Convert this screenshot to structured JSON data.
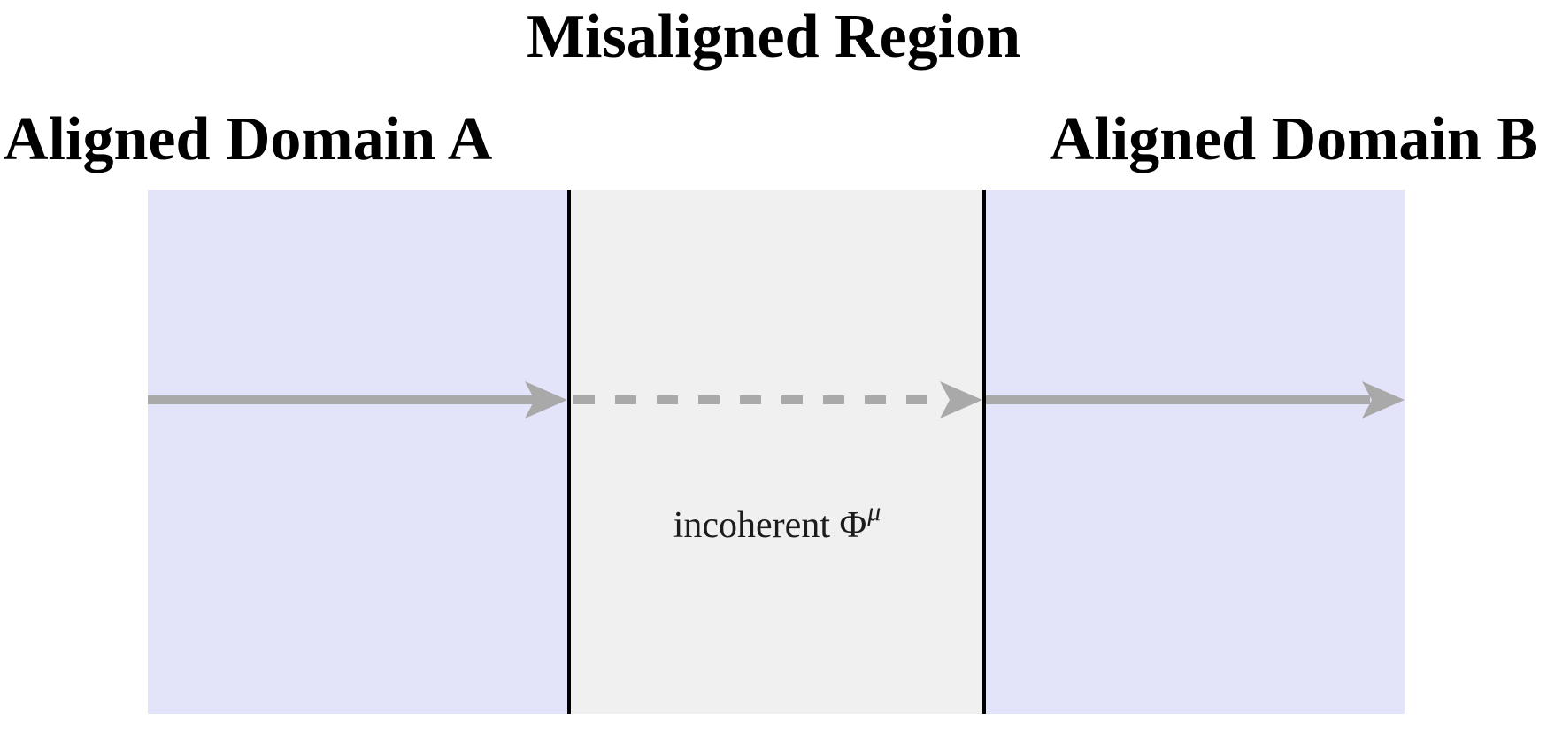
{
  "title": "Misaligned Region",
  "labels": {
    "domain_a": "Aligned Domain A",
    "domain_b": "Aligned Domain B"
  },
  "regions": {
    "left": {
      "name": "Aligned Domain A",
      "fill": "#e3e3f9"
    },
    "middle": {
      "name": "Misaligned Region",
      "fill": "#f0f0f0",
      "label_base": "incoherent Φ",
      "label_sup": "μ"
    },
    "right": {
      "name": "Aligned Domain B",
      "fill": "#e3e3f9"
    }
  },
  "arrow": {
    "direction": "left-to-right",
    "left_segment_style": "solid",
    "middle_segment_style": "dashed",
    "right_segment_style": "solid"
  },
  "colors": {
    "background": "#ffffff",
    "region_aligned": "#e3e3f9",
    "region_misaligned": "#f0f0f0",
    "boundary": "#000000",
    "arrow": "#a9a9a9",
    "heading_text": "#000000",
    "annotation_text": "#1c1c1c"
  }
}
